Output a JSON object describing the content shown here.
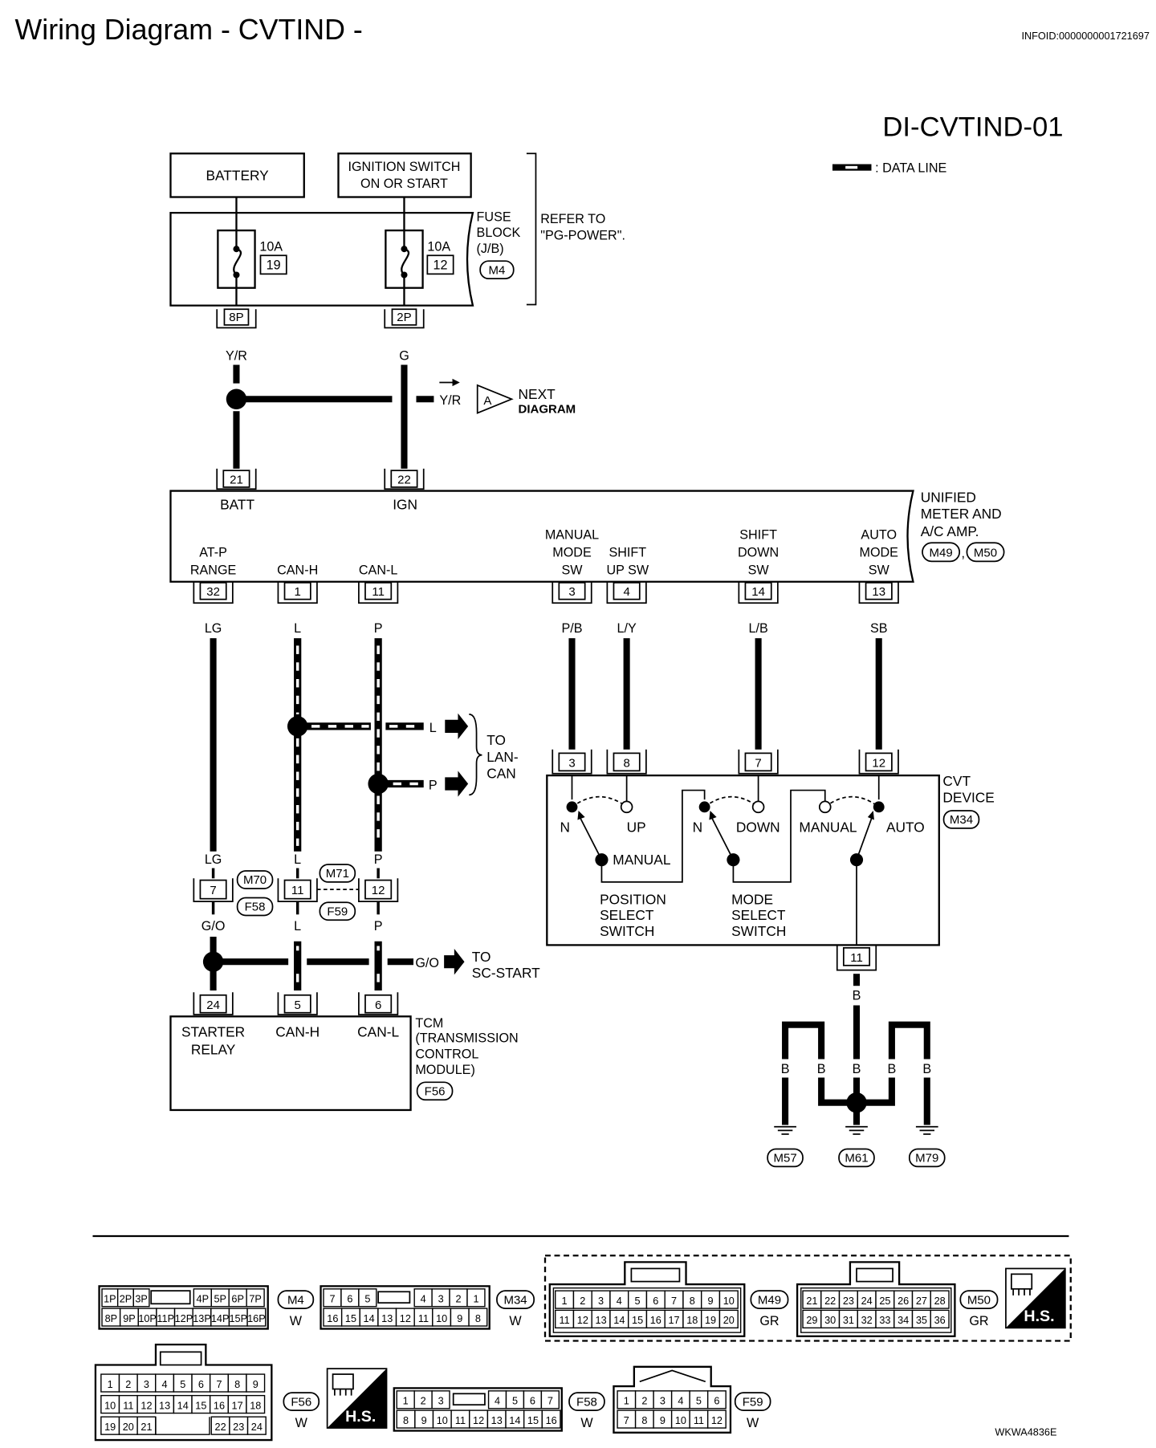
{
  "header": {
    "title": "Wiring Diagram - CVTIND -",
    "infoid": "INFOID:0000000001721697",
    "diagram_id": "DI-CVTIND-01",
    "legend_data_line": ": DATA LINE",
    "figure_code": "WKWA4836E"
  },
  "power": {
    "battery": "BATTERY",
    "ign_line1": "IGNITION SWITCH",
    "ign_line2": "ON OR START",
    "fuse_block_1": "FUSE",
    "fuse_block_2": "BLOCK",
    "fuse_block_3": "(J/B)",
    "fuse_block_conn": "M4",
    "refer_1": "REFER TO",
    "refer_2": "\"PG-POWER\".",
    "fuse_a_amp": "10A",
    "fuse_a_no": "19",
    "fuse_a_pin": "8P",
    "fuse_b_amp": "10A",
    "fuse_b_no": "12",
    "fuse_b_pin": "2P",
    "wire_yr": "Y/R",
    "wire_g": "G",
    "next_wire": "Y/R",
    "next_ref": "A",
    "next_1": "NEXT",
    "next_2": "DIAGRAM"
  },
  "meter": {
    "name_1": "UNIFIED",
    "name_2": "METER AND",
    "name_3": "A/C AMP.",
    "conn_a": "M49",
    "conn_b": "M50",
    "pin_batt": "21",
    "lbl_batt": "BATT",
    "pin_ign": "22",
    "lbl_ign": "IGN",
    "atp_1": "AT-P",
    "atp_2": "RANGE",
    "canh": "CAN-H",
    "canl": "CAN-L",
    "man_1": "MANUAL",
    "man_2": "MODE",
    "man_3": "SW",
    "su_1": "SHIFT",
    "su_2": "UP SW",
    "sd_1": "SHIFT",
    "sd_2": "DOWN",
    "sd_3": "SW",
    "auto_1": "AUTO",
    "auto_2": "MODE",
    "auto_3": "SW",
    "pin_32": "32",
    "pin_1": "1",
    "pin_11": "11",
    "pin_3": "3",
    "pin_4": "4",
    "pin_14": "14",
    "pin_13": "13"
  },
  "wires": {
    "lg": "LG",
    "l": "L",
    "p": "P",
    "pb": "P/B",
    "ly": "L/Y",
    "lb": "L/B",
    "sb": "SB",
    "lg2": "LG",
    "l2": "L",
    "p2": "P",
    "go": "G/O",
    "l3": "L",
    "p3": "P",
    "go2": "G/O",
    "lan_l": "L",
    "lan_p": "P",
    "b": "B",
    "b1": "B",
    "b2": "B",
    "b3": "B",
    "b4": "B",
    "b5": "B"
  },
  "lan": {
    "to": "TO",
    "lan": "LAN-",
    "can": "CAN"
  },
  "sc": {
    "to": "TO",
    "start": "SC-START"
  },
  "joints": {
    "m70": "M70",
    "f58": "F58",
    "m71": "M71",
    "f59": "F59",
    "pin_7": "7",
    "pin_11": "11",
    "pin_12": "12"
  },
  "cvt": {
    "name_1": "CVT",
    "name_2": "DEVICE",
    "conn": "M34",
    "pin_3": "3",
    "pin_8": "8",
    "pin_7": "7",
    "pin_12": "12",
    "pin_11": "11",
    "n1": "N",
    "up": "UP",
    "n2": "N",
    "down": "DOWN",
    "manual_top": "MANUAL",
    "auto": "AUTO",
    "manual": "MANUAL",
    "pos_1": "POSITION",
    "pos_2": "SELECT",
    "pos_3": "SWITCH",
    "mode_1": "MODE",
    "mode_2": "SELECT",
    "mode_3": "SWITCH"
  },
  "tcm": {
    "name_1": "TCM",
    "name_2": "(TRANSMISSION",
    "name_3": "CONTROL",
    "name_4": "MODULE)",
    "conn": "F56",
    "pin_24": "24",
    "pin_5": "5",
    "pin_6": "6",
    "starter_1": "STARTER",
    "starter_2": "RELAY",
    "canh": "CAN-H",
    "canl": "CAN-L"
  },
  "grounds": {
    "g1": "M57",
    "g2": "M61",
    "g3": "M79"
  },
  "connectors": {
    "m4": {
      "id": "M4",
      "color": "W",
      "top": [
        "1P",
        "2P",
        "3P",
        "4P",
        "5P",
        "6P",
        "7P"
      ],
      "bottom": [
        "8P",
        "9P",
        "10P",
        "11P",
        "12P",
        "13P",
        "14P",
        "15P",
        "16P"
      ]
    },
    "m34": {
      "id": "M34",
      "color": "W",
      "top": [
        "7",
        "6",
        "5",
        "4",
        "3",
        "2",
        "1"
      ],
      "bottom": [
        "16",
        "15",
        "14",
        "13",
        "12",
        "11",
        "10",
        "9",
        "8"
      ]
    },
    "m49": {
      "id": "M49",
      "color": "GR",
      "top": [
        "1",
        "2",
        "3",
        "4",
        "5",
        "6",
        "7",
        "8",
        "9",
        "10"
      ],
      "bottom": [
        "11",
        "12",
        "13",
        "14",
        "15",
        "16",
        "17",
        "18",
        "19",
        "20"
      ]
    },
    "m50": {
      "id": "M50",
      "color": "GR",
      "top": [
        "21",
        "22",
        "23",
        "24",
        "25",
        "26",
        "27",
        "28"
      ],
      "bottom": [
        "29",
        "30",
        "31",
        "32",
        "33",
        "34",
        "35",
        "36"
      ]
    },
    "f56": {
      "id": "F56",
      "color": "W",
      "r1": [
        "1",
        "2",
        "3",
        "4",
        "5",
        "6",
        "7",
        "8",
        "9"
      ],
      "r2": [
        "10",
        "11",
        "12",
        "13",
        "14",
        "15",
        "16",
        "17",
        "18"
      ],
      "r3a": [
        "19",
        "20",
        "21"
      ],
      "r3b": [
        "22",
        "23",
        "24"
      ]
    },
    "f58": {
      "id": "F58",
      "color": "W",
      "top": [
        "1",
        "2",
        "3",
        "4",
        "5",
        "6",
        "7"
      ],
      "bottom": [
        "8",
        "9",
        "10",
        "11",
        "12",
        "13",
        "14",
        "15",
        "16"
      ]
    },
    "f59": {
      "id": "F59",
      "color": "W",
      "top": [
        "1",
        "2",
        "3",
        "4",
        "5",
        "6"
      ],
      "bottom": [
        "7",
        "8",
        "9",
        "10",
        "11",
        "12"
      ]
    },
    "hs": "H.S."
  }
}
